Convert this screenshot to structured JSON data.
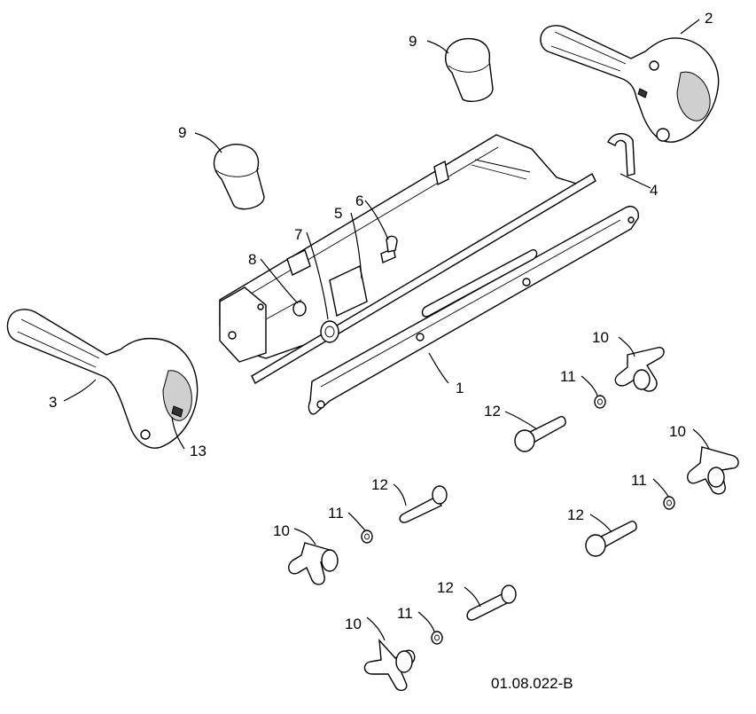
{
  "diagram": {
    "code": "01.08.022-B",
    "callouts": {
      "c1": "1",
      "c2": "2",
      "c3": "3",
      "c4": "4",
      "c5": "5",
      "c6": "6",
      "c7": "7",
      "c8": "8",
      "c9a": "9",
      "c9b": "9",
      "c10a": "10",
      "c10b": "10",
      "c10c": "10",
      "c10d": "10",
      "c11a": "11",
      "c11b": "11",
      "c11c": "11",
      "c11d": "11",
      "c12a": "12",
      "c12b": "12",
      "c12c": "12",
      "c12d": "12",
      "c13": "13"
    }
  }
}
